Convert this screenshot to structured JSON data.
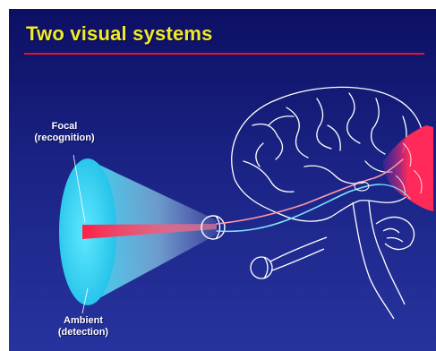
{
  "slide": {
    "title": "Two visual systems"
  },
  "labels": {
    "focal_line1": "Focal",
    "focal_line2": "(recognition)",
    "ambient_line1": "Ambient",
    "ambient_line2": "(detection)"
  },
  "colors": {
    "title": "#f1ea2a",
    "rule": "#e0152b",
    "background_top": "#0c0f63",
    "background_bottom": "#27339e",
    "ambient_cone": "#35d4f2",
    "focal_beam": "#ff1f45",
    "visual_cortex": "#ff2a5a",
    "brain_outline": "#ffffff"
  },
  "icons": {
    "eye": "eye-icon",
    "brain": "brain-icon"
  }
}
